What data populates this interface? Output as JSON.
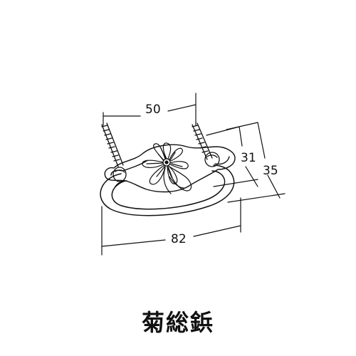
{
  "dimensions": {
    "width_top": "50",
    "height_inner": "31",
    "height_outer": "35",
    "width_bottom": "82"
  },
  "caption": "菊総鋲",
  "colors": {
    "line": "#111111",
    "background": "#ffffff"
  }
}
